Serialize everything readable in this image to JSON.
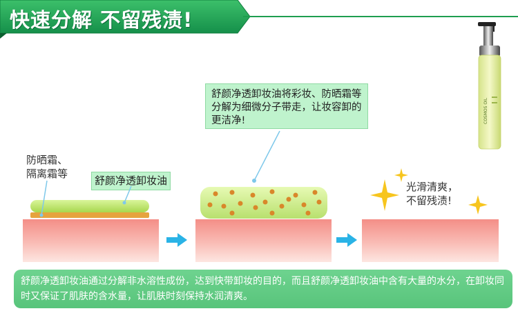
{
  "banner": {
    "title": "快速分解 不留残渍!",
    "color": "#1e9e4f"
  },
  "step1": {
    "cream_label_line1": "防晒霜、",
    "cream_label_line2": "隔离霜等",
    "oil_label": "舒颜净透卸妆油"
  },
  "step2": {
    "callout": "舒颜净透卸妆油将彩妆、防晒霜等分解为细微分子带走，让妆容卸的更洁净!"
  },
  "step3": {
    "result_line1": "光滑清爽，",
    "result_line2": "不留残渍!"
  },
  "product": {
    "brand_text": "COSMOS OIL"
  },
  "footer": {
    "description": "舒颜净透卸妆油通过分解非水溶性成份，达到快带卸妆的目的，而且舒颜净透卸妆油中含有大量的水分，在卸妆同时又保证了肌肤的含水量，让肌肤时刻保持水润清爽。"
  },
  "colors": {
    "skin": "#f48e87",
    "oil": "#b8e06e",
    "cream": "#e6a33e",
    "arrow": "#2ab3e6",
    "tag": "#bff3cd",
    "footer": "#5fc780",
    "sparkle": "#f7c51e"
  },
  "icons": [
    "sparkle-icon",
    "arrow-right-icon",
    "product-bottle-icon"
  ]
}
